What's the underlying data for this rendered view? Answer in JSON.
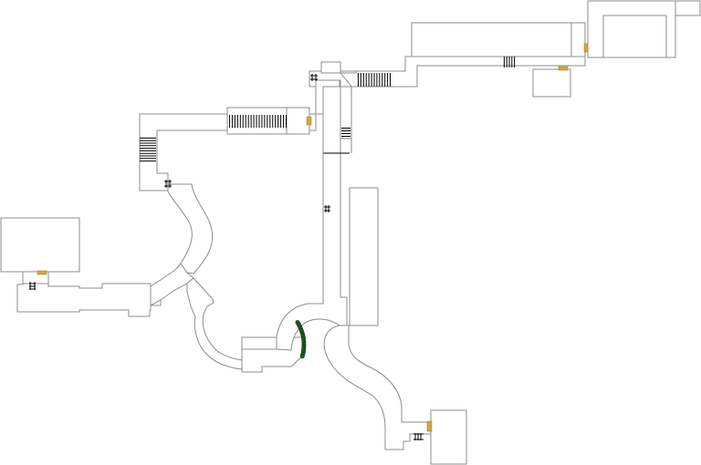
{
  "map": {
    "colors": {
      "background": "#ffffff",
      "wall": "#8c8c8c",
      "door": "#d4a53a",
      "door_outline": "#a07a20",
      "hedge": "#1f5a1f",
      "hedge_dark": "#0e3a0e",
      "stairs": "#000000"
    },
    "markers": [
      {
        "kind": "door",
        "icon": "door-icon"
      },
      {
        "kind": "ladder",
        "icon": "ladder-icon"
      },
      {
        "kind": "stairs",
        "icon": "stairs-icon"
      },
      {
        "kind": "hedge",
        "icon": "hedge-icon"
      }
    ]
  }
}
